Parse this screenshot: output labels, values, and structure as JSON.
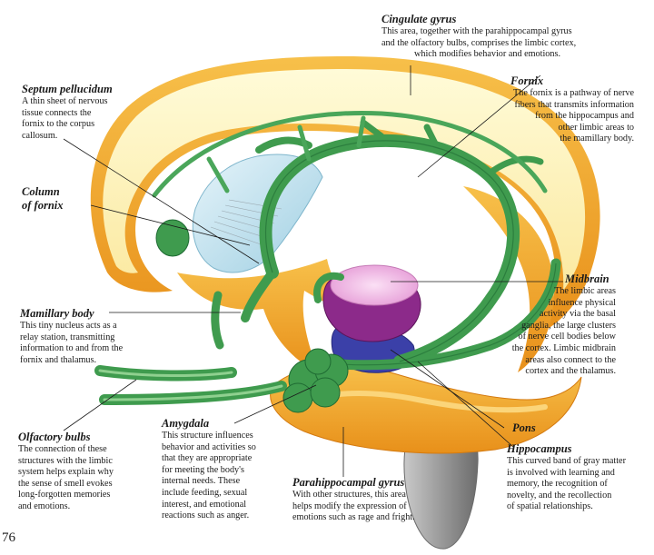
{
  "page_number": "76",
  "labels": {
    "cingulate": {
      "title": "Cingulate gyrus",
      "lines": [
        "This area, together with the parahippocampal gyrus",
        "and the olfactory bulbs, comprises the limbic cortex,",
        "which modifies behavior and emotions."
      ]
    },
    "septum": {
      "title": "Septum pellucidum",
      "lines": [
        "A thin sheet of nervous",
        "tissue connects the",
        "fornix to the corpus",
        "callosum."
      ]
    },
    "fornix": {
      "title": "Fornix",
      "lines": [
        "The fornix is a pathway of nerve",
        "fibers that transmits information",
        "from the hippocampus and",
        "other limbic areas to",
        "the mamillary body."
      ]
    },
    "column": {
      "title_lines": [
        "Column",
        "of fornix"
      ]
    },
    "midbrain": {
      "title": "Midbrain",
      "lines": [
        "The limbic areas",
        "influence physical",
        "activity via the basal",
        "ganglia, the large clusters",
        "of nerve cell bodies below",
        "the cortex. Limbic midbrain",
        "areas also connect to the",
        "cortex and the thalamus."
      ]
    },
    "mamillary": {
      "title": "Mamillary body",
      "lines": [
        "This tiny nucleus acts as a",
        "relay station, transmitting",
        "information to and from the",
        "fornix and thalamus."
      ]
    },
    "olfactory": {
      "title": "Olfactory bulbs",
      "lines": [
        "The connection of these",
        "structures with the limbic",
        "system helps explain why",
        "the sense of smell evokes",
        "long-forgotten memories",
        "and emotions."
      ]
    },
    "amygdala": {
      "title": "Amygdala",
      "lines": [
        "This structure influences",
        "behavior and activities so",
        "that they are appropriate",
        "for meeting the body's",
        "internal needs. These",
        "include feeding, sexual",
        "interest, and emotional",
        "reactions such as anger."
      ]
    },
    "parahippocampal": {
      "title": "Parahippocampal gyrus",
      "lines": [
        "With other structures, this area",
        "helps modify the expression of",
        "emotions such as rage and fright."
      ]
    },
    "pons": {
      "title": "Pons"
    },
    "hippocampus": {
      "title": "Hippocampus",
      "lines": [
        "This curved band of gray matter",
        "is involved with learning and",
        "memory, the recognition of",
        "novelty, and the recollection",
        "of spatial relationships."
      ]
    }
  },
  "colors": {
    "cortex_fill": "#fdf3b4",
    "cortex_edge": "#f0a81e",
    "fornix": "#3f9b4e",
    "fornix_dark": "#1f6b33",
    "midbrain": "#8c2a8a",
    "midbrain_top": "#f2b8e6",
    "pons": "#3b40a8",
    "brainstem": "#8f8f8f",
    "septum": "#bfe0ee"
  }
}
